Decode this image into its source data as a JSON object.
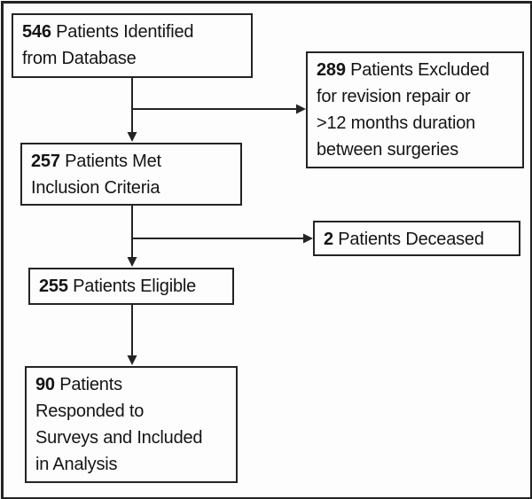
{
  "diagram": {
    "kind": "patient-flow-chart",
    "colors": {
      "border": "#242424",
      "text": "#141414",
      "background": "#fdfdfd"
    },
    "boxes": [
      {
        "id": "identified",
        "number": "546",
        "lines": [
          "Patients Identified",
          "from Database"
        ]
      },
      {
        "id": "excluded",
        "number": "289",
        "lines": [
          "Patients Excluded",
          "for revision repair or",
          ">12 months duration",
          "between surgeries"
        ]
      },
      {
        "id": "met",
        "number": "257",
        "lines": [
          "Patients Met",
          "Inclusion Criteria"
        ]
      },
      {
        "id": "deceased",
        "number": "2",
        "lines": [
          "Patients Deceased"
        ]
      },
      {
        "id": "eligible",
        "number": "255",
        "lines": [
          "Patients Eligible"
        ]
      },
      {
        "id": "analysis",
        "number": "90",
        "lines": [
          "Patients",
          "Responded to",
          "Surveys and Included",
          "in Analysis"
        ]
      }
    ],
    "edges": [
      {
        "from": "identified",
        "to": "met"
      },
      {
        "from": "identified",
        "to": "excluded"
      },
      {
        "from": "met",
        "to": "eligible"
      },
      {
        "from": "met",
        "to": "deceased"
      },
      {
        "from": "eligible",
        "to": "analysis"
      }
    ]
  }
}
